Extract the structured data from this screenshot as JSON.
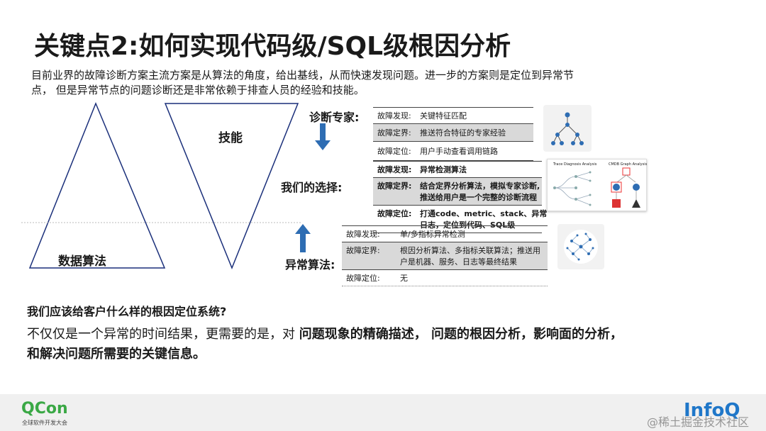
{
  "title": "关键点2:如何实现代码级/SQL级根因分析",
  "intro": "目前业界的故障诊断方案主流方案是从算法的角度，给出基线，从而快速发现问题。进一步的方案则是定位到异常节点， 但是异常节点的问题诊断还是非常依赖于排查人员的经验和技能。",
  "diagram": {
    "left_label": "数据算法",
    "right_label": "技能"
  },
  "expert": {
    "label": "诊断专家:",
    "rows": [
      {
        "k": "故障发现:",
        "v": "关键特征匹配"
      },
      {
        "k": "故障定界:",
        "v": "推送符合特征的专家经验"
      },
      {
        "k": "故障定位:",
        "v": "用户手动查看调用链路"
      }
    ]
  },
  "choice": {
    "label": "我们的选择:",
    "rows": [
      {
        "k": "故障发现:",
        "v": "异常检测算法"
      },
      {
        "k": "故障定界:",
        "v": "结合定界分析算法，模拟专家诊断,",
        "v2": "推送给用户是一个完整的诊断流程"
      },
      {
        "k": "故障定位:",
        "v": "打通code、metric、stack、异常",
        "v2": "日志，定位到代码、SQL级"
      }
    ],
    "img_title_left": "Trace Diagnosis Analysis",
    "img_title_right": "CMDB Graph Analysis"
  },
  "algo": {
    "label": "异常算法:",
    "rows": [
      {
        "k": "故障发现:",
        "v": "单/多指标异常检测"
      },
      {
        "k": "故障定界:",
        "v": "根因分析算法、多指标关联算法；推送用",
        "v2": "户是机器、服务、日志等最终结果"
      },
      {
        "k": "故障定位:",
        "v": "无"
      }
    ]
  },
  "question": "我们应该给客户什么样的根因定位系统?",
  "answer": {
    "p1": "不仅仅是一个异常的时间结果，更需要的是，对 ",
    "b1": "问题现象的精确描述， 问题的根因分析，影响面的分析，",
    "b2": "和解决问题所需要的关键信息。"
  },
  "footer": {
    "qcon": "QCon",
    "qcon_sub": "全球软件开发大会",
    "infoq": "InfoQ",
    "watermark": "@稀土掘金技术社区"
  },
  "colors": {
    "arrow": "#2e6db3",
    "shade": "#d9d9d9",
    "qcon_green": "#3aa845",
    "infoq_blue": "#1f77c9"
  }
}
